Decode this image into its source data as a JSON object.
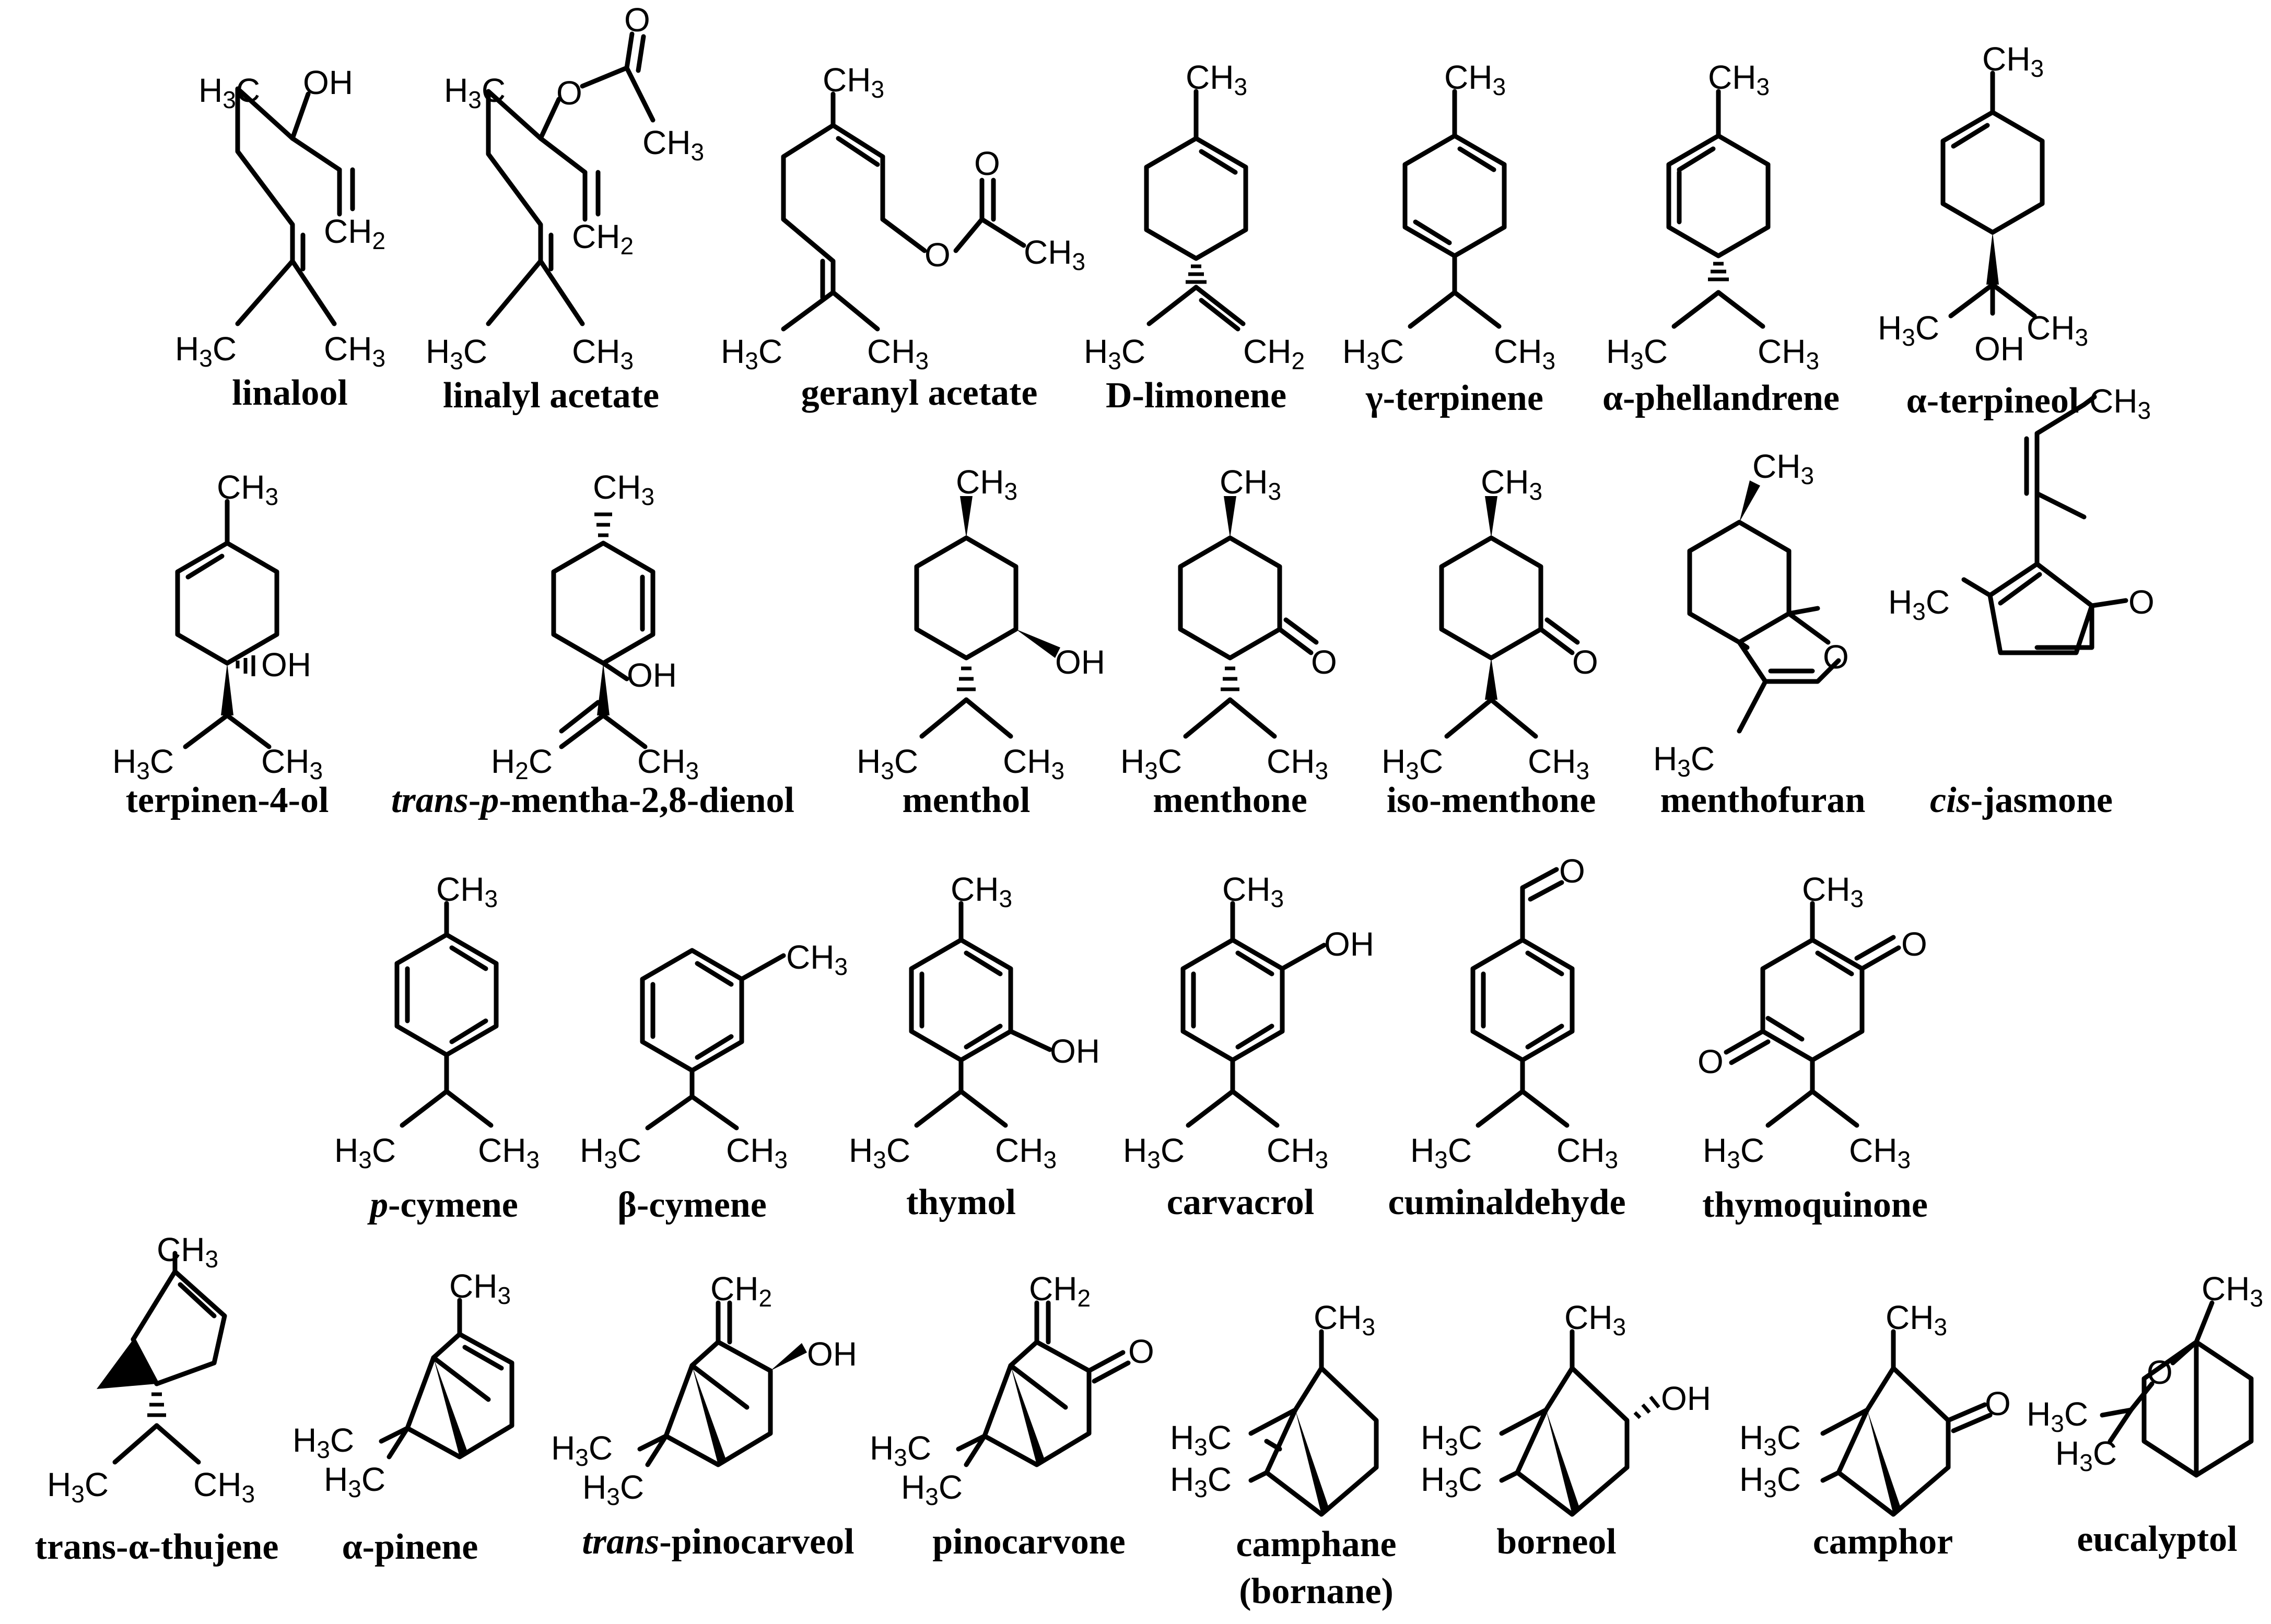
{
  "figure": {
    "rows": [
      {
        "compounds": [
          {
            "id": "linalool",
            "name": "linalool"
          },
          {
            "id": "linalyl-acetate",
            "name": "linalyl acetate"
          },
          {
            "id": "geranyl-acetate",
            "name": "geranyl acetate"
          },
          {
            "id": "d-limonene",
            "name": "D-limonene"
          },
          {
            "id": "gamma-terpinene",
            "name": "γ-terpinene"
          },
          {
            "id": "alpha-phellandrene",
            "name": "α-phellandrene"
          },
          {
            "id": "alpha-terpineol",
            "name": "α-terpineol"
          }
        ]
      },
      {
        "compounds": [
          {
            "id": "terpinen-4-ol",
            "name": "terpinen-4-ol"
          },
          {
            "id": "trans-p-mentha-dienol",
            "name_italic_1": "trans",
            "name_sep": "-",
            "name_italic_2": "p",
            "name_rest": "-mentha-2,8-dienol"
          },
          {
            "id": "menthol",
            "name": "menthol"
          },
          {
            "id": "menthone",
            "name": "menthone"
          },
          {
            "id": "iso-menthone",
            "name": "iso-menthone"
          },
          {
            "id": "menthofuran",
            "name": "menthofuran"
          },
          {
            "id": "cis-jasmone",
            "name_italic": "cis",
            "name_rest": "-jasmone"
          }
        ]
      },
      {
        "compounds": [
          {
            "id": "p-cymene",
            "name_italic": "p",
            "name_rest": "-cymene"
          },
          {
            "id": "beta-cymene",
            "name": "β-cymene"
          },
          {
            "id": "thymol",
            "name": "thymol"
          },
          {
            "id": "carvacrol",
            "name": "carvacrol"
          },
          {
            "id": "cuminaldehyde",
            "name": "cuminaldehyde"
          },
          {
            "id": "thymoquinone",
            "name": "thymoquinone"
          }
        ]
      },
      {
        "compounds": [
          {
            "id": "trans-alpha-thujene",
            "name": "trans-α-thujene"
          },
          {
            "id": "alpha-pinene",
            "name": "α-pinene"
          },
          {
            "id": "trans-pinocarveol",
            "name_italic": "trans",
            "name_rest": "-pinocarveol"
          },
          {
            "id": "pinocarvone",
            "name": "pinocarvone"
          },
          {
            "id": "camphane",
            "name": "camphane",
            "name_line2": "(bornane)"
          },
          {
            "id": "borneol",
            "name": "borneol"
          },
          {
            "id": "camphor",
            "name": "camphor"
          },
          {
            "id": "eucalyptol",
            "name": "eucalyptol"
          }
        ]
      }
    ]
  },
  "atoms": {
    "ch3": "CH",
    "h3c": "H",
    "c": "C",
    "h": "H",
    "sub3": "3",
    "sub2": "2",
    "ch2": "CH",
    "oh": "OH",
    "o": "O"
  }
}
